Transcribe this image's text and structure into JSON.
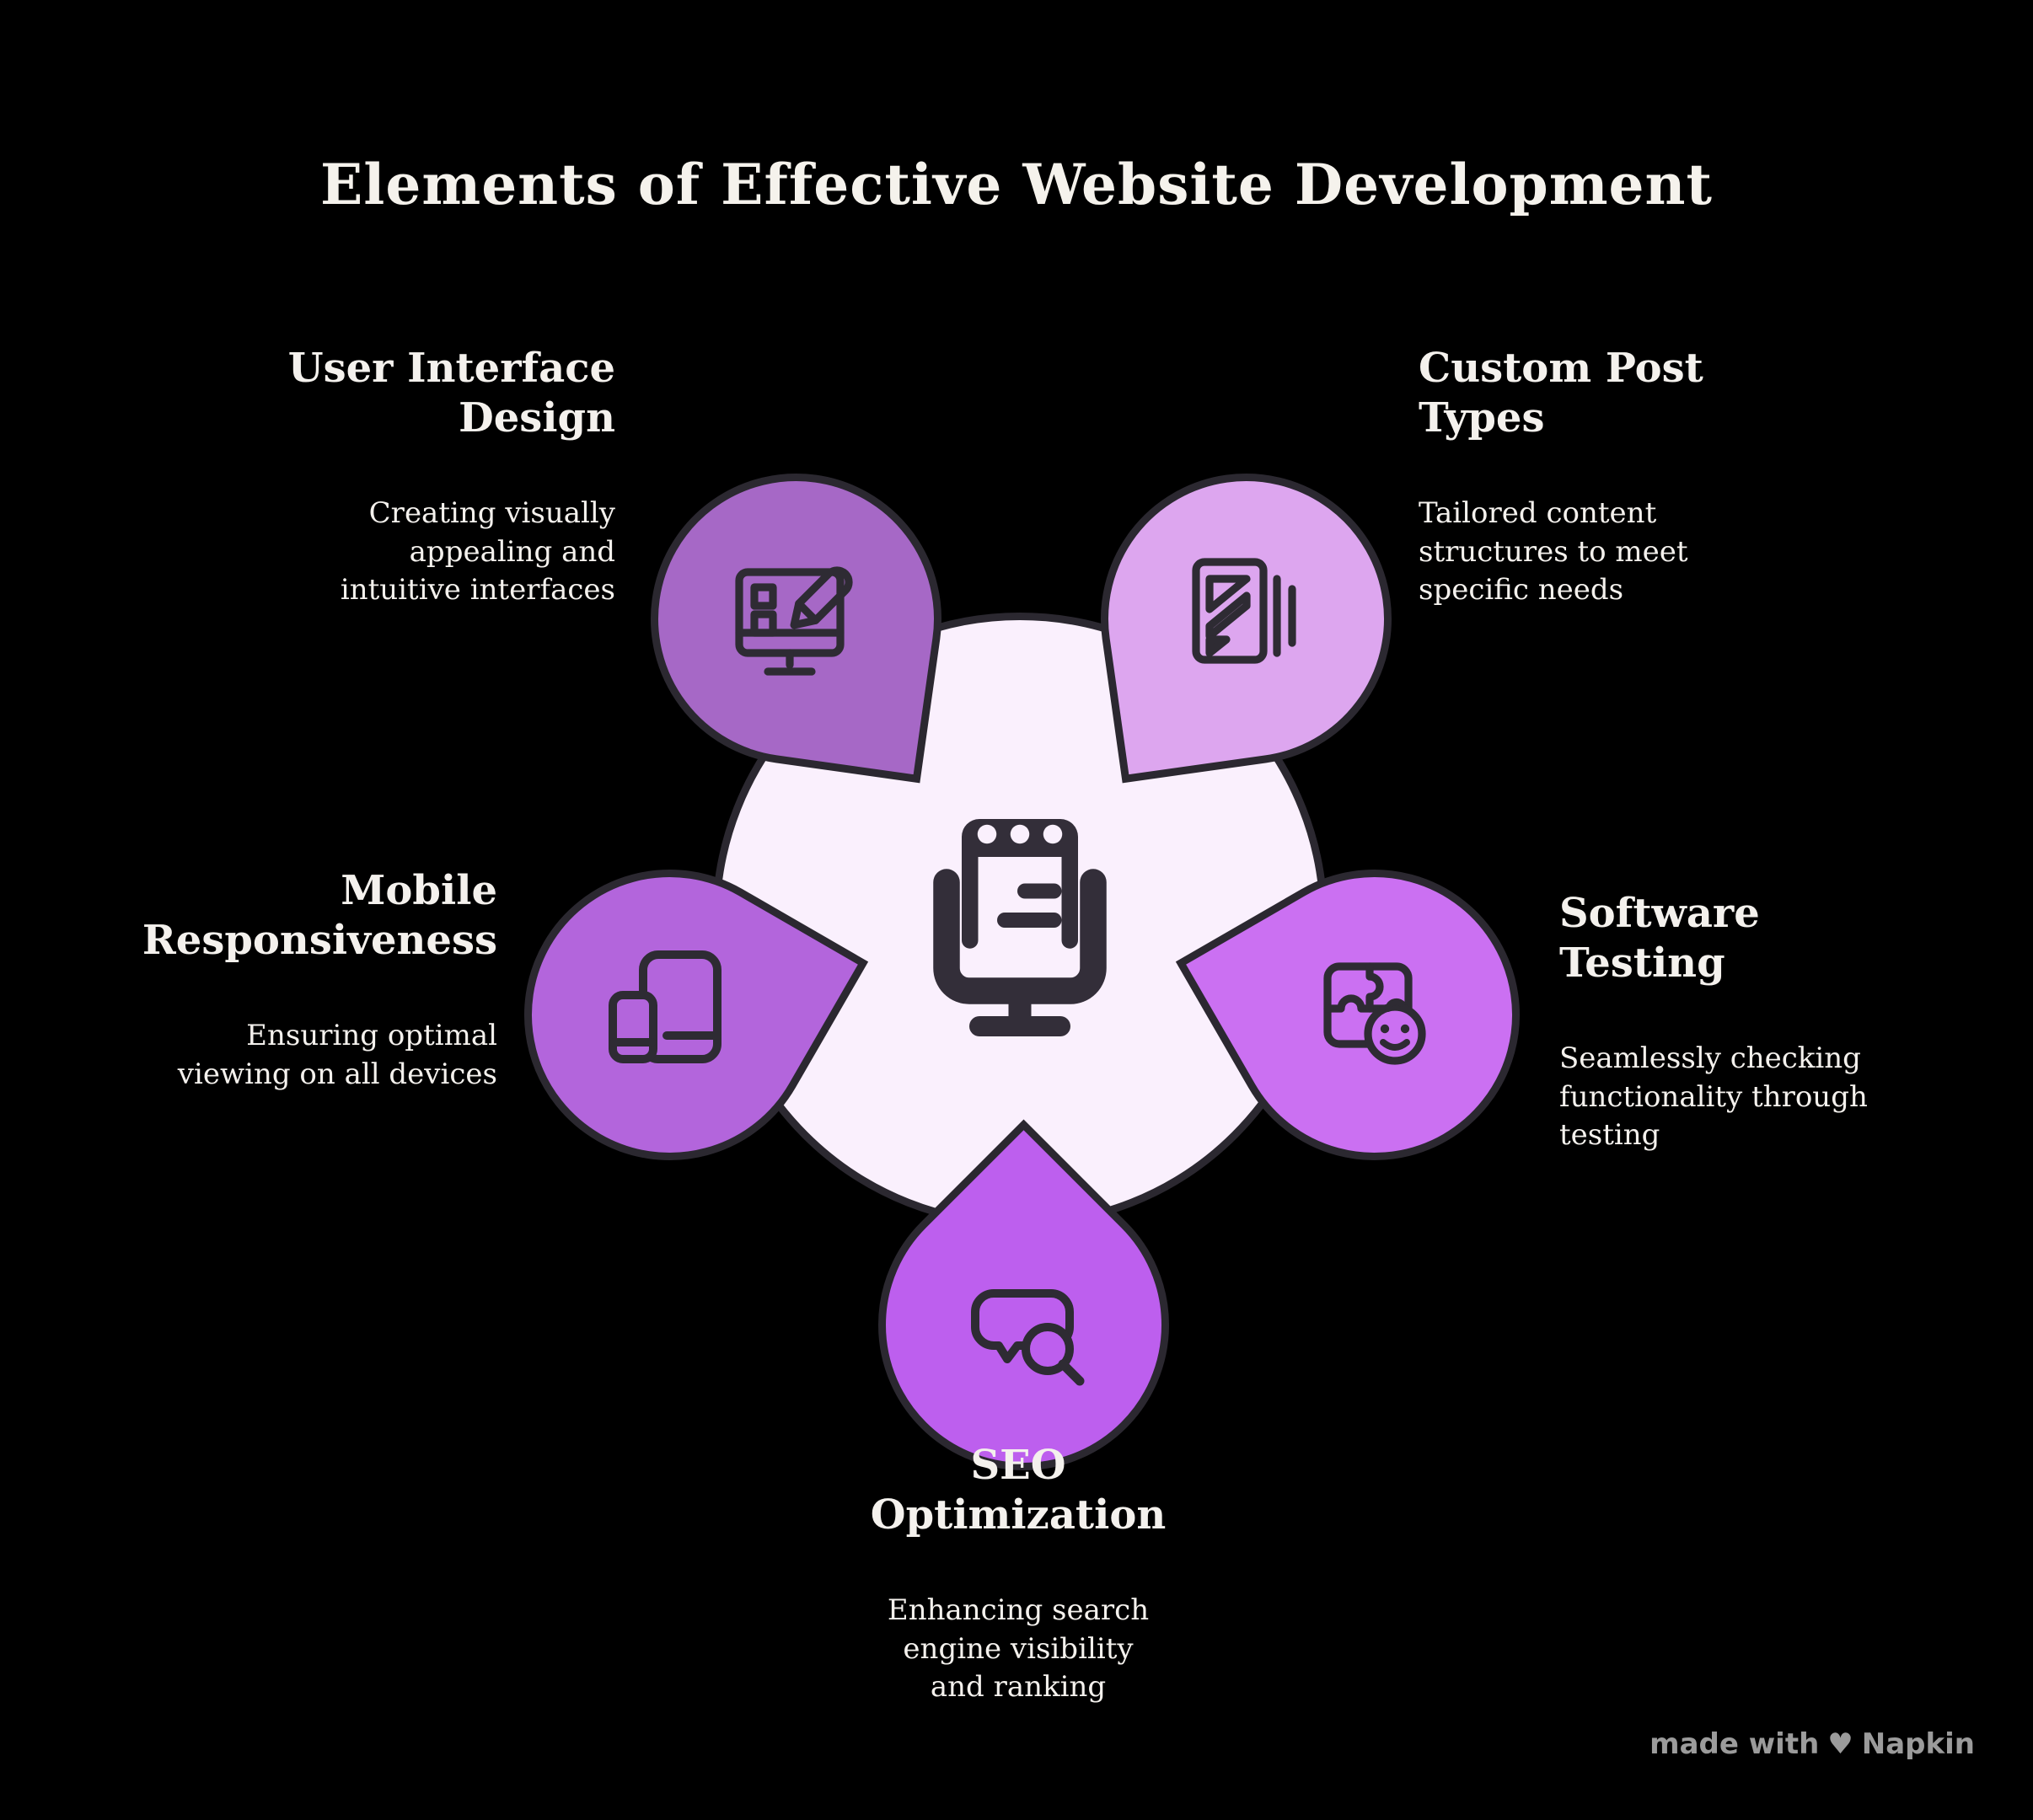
{
  "title": "Elements of Effective Website Development",
  "colors": {
    "background": "#000000",
    "center_circle": "#faf0fd",
    "outline": "#2b2830",
    "icon_stroke": "#2e2b33",
    "center_icon": "#332e39",
    "text": "#f4f1ed",
    "watermark": "#9b9b9b"
  },
  "center": {
    "icon": "browser-monitor-icon"
  },
  "nodes": [
    {
      "id": "ui-design",
      "heading": "User Interface Design",
      "description": "Creating visually appealing and intuitive interfaces",
      "color": "#a668c6",
      "icon": "monitor-pencil-icon"
    },
    {
      "id": "custom-post-types",
      "heading": "Custom Post Types",
      "description": "Tailored content structures to meet specific needs",
      "color": "#dda6ef",
      "icon": "document-stack-icon"
    },
    {
      "id": "mobile-responsiveness",
      "heading": "Mobile Responsiveness",
      "description": "Ensuring optimal viewing on all devices",
      "color": "#b365dc",
      "icon": "tablet-phone-icon"
    },
    {
      "id": "software-testing",
      "heading": "Software Testing",
      "description": "Seamlessly checking functionality through testing",
      "color": "#cb70f2",
      "icon": "puzzle-smiley-icon"
    },
    {
      "id": "seo-optimization",
      "heading": "SEO Optimization",
      "description": "Enhancing search engine visibility and ranking",
      "color": "#bd5fee",
      "icon": "chat-magnifier-icon"
    }
  ],
  "watermark": {
    "prefix": "made with",
    "heart": "♥",
    "brand": "Napkin"
  }
}
